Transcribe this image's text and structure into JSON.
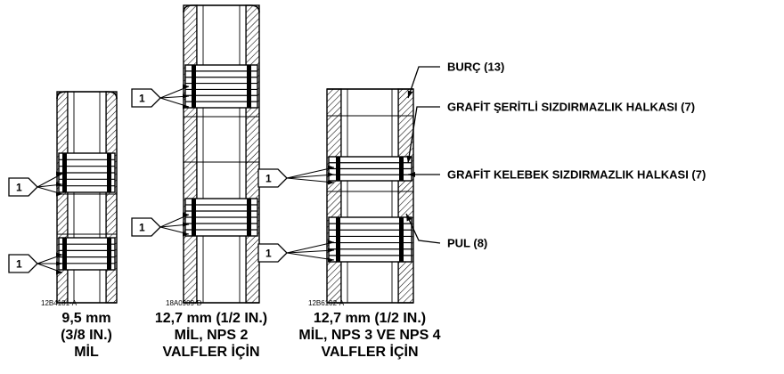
{
  "assemblies": [
    {
      "part_number": "12B4181-A",
      "caption": [
        "9,5 mm",
        "(3/8 IN.)",
        "MİL"
      ],
      "markers": [
        "1",
        "1"
      ]
    },
    {
      "part_number": "18A0909-D",
      "caption": [
        "12,7 mm (1/2 IN.)",
        "MİL, NPS 2",
        "VALFLER İÇİN"
      ],
      "markers": [
        "1",
        "1"
      ]
    },
    {
      "part_number": "12B6102-A",
      "caption": [
        "12,7 mm (1/2 IN.)",
        "MİL, NPS 3 VE NPS 4",
        "VALFLER İÇİN"
      ],
      "markers": [
        "1",
        "1"
      ]
    }
  ],
  "callouts": [
    {
      "label": "BURÇ (13)"
    },
    {
      "label": "GRAFİT ŞERİTLİ SIZDIRMAZLIK HALKASI (7)"
    },
    {
      "label": "GRAFİT KELEBEK SIZDIRMAZLIK HALKASI (7)"
    },
    {
      "label": "PUL (8)"
    }
  ],
  "colors": {
    "line": "#000000",
    "background": "#ffffff"
  }
}
